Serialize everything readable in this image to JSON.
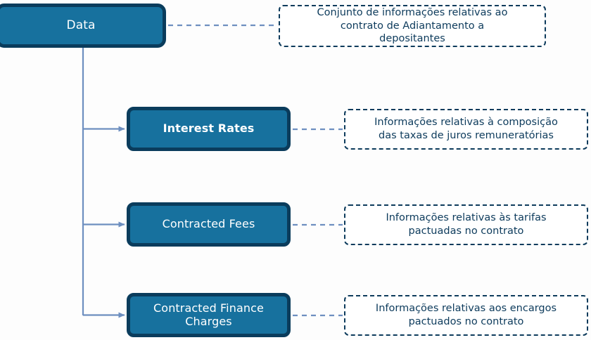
{
  "diagram": {
    "title": "Data",
    "background_color": "#fdfdfd",
    "node_fill_color": "#17719e",
    "node_border_color": "#0a3c5c",
    "node_text_color": "#ffffff",
    "note_border_color": "#0d3b5c",
    "note_text_color": "#0d3b5c",
    "connector_color": "#6e8fc0",
    "root": {
      "label": "Data",
      "note": "Conjunto de informações relativas ao\ncontrato de Adiantamento a\ndepositantes"
    },
    "children": [
      {
        "label": "Interest Rates",
        "note": "Informações relativas à composição\ndas taxas de juros remuneratórias"
      },
      {
        "label": "Contracted Fees",
        "note": "Informações relativas às tarifas\npactuadas no contrato"
      },
      {
        "label": "Contracted Finance\nCharges",
        "note": "Informações relativas aos encargos\npactuados no contrato"
      }
    ]
  }
}
